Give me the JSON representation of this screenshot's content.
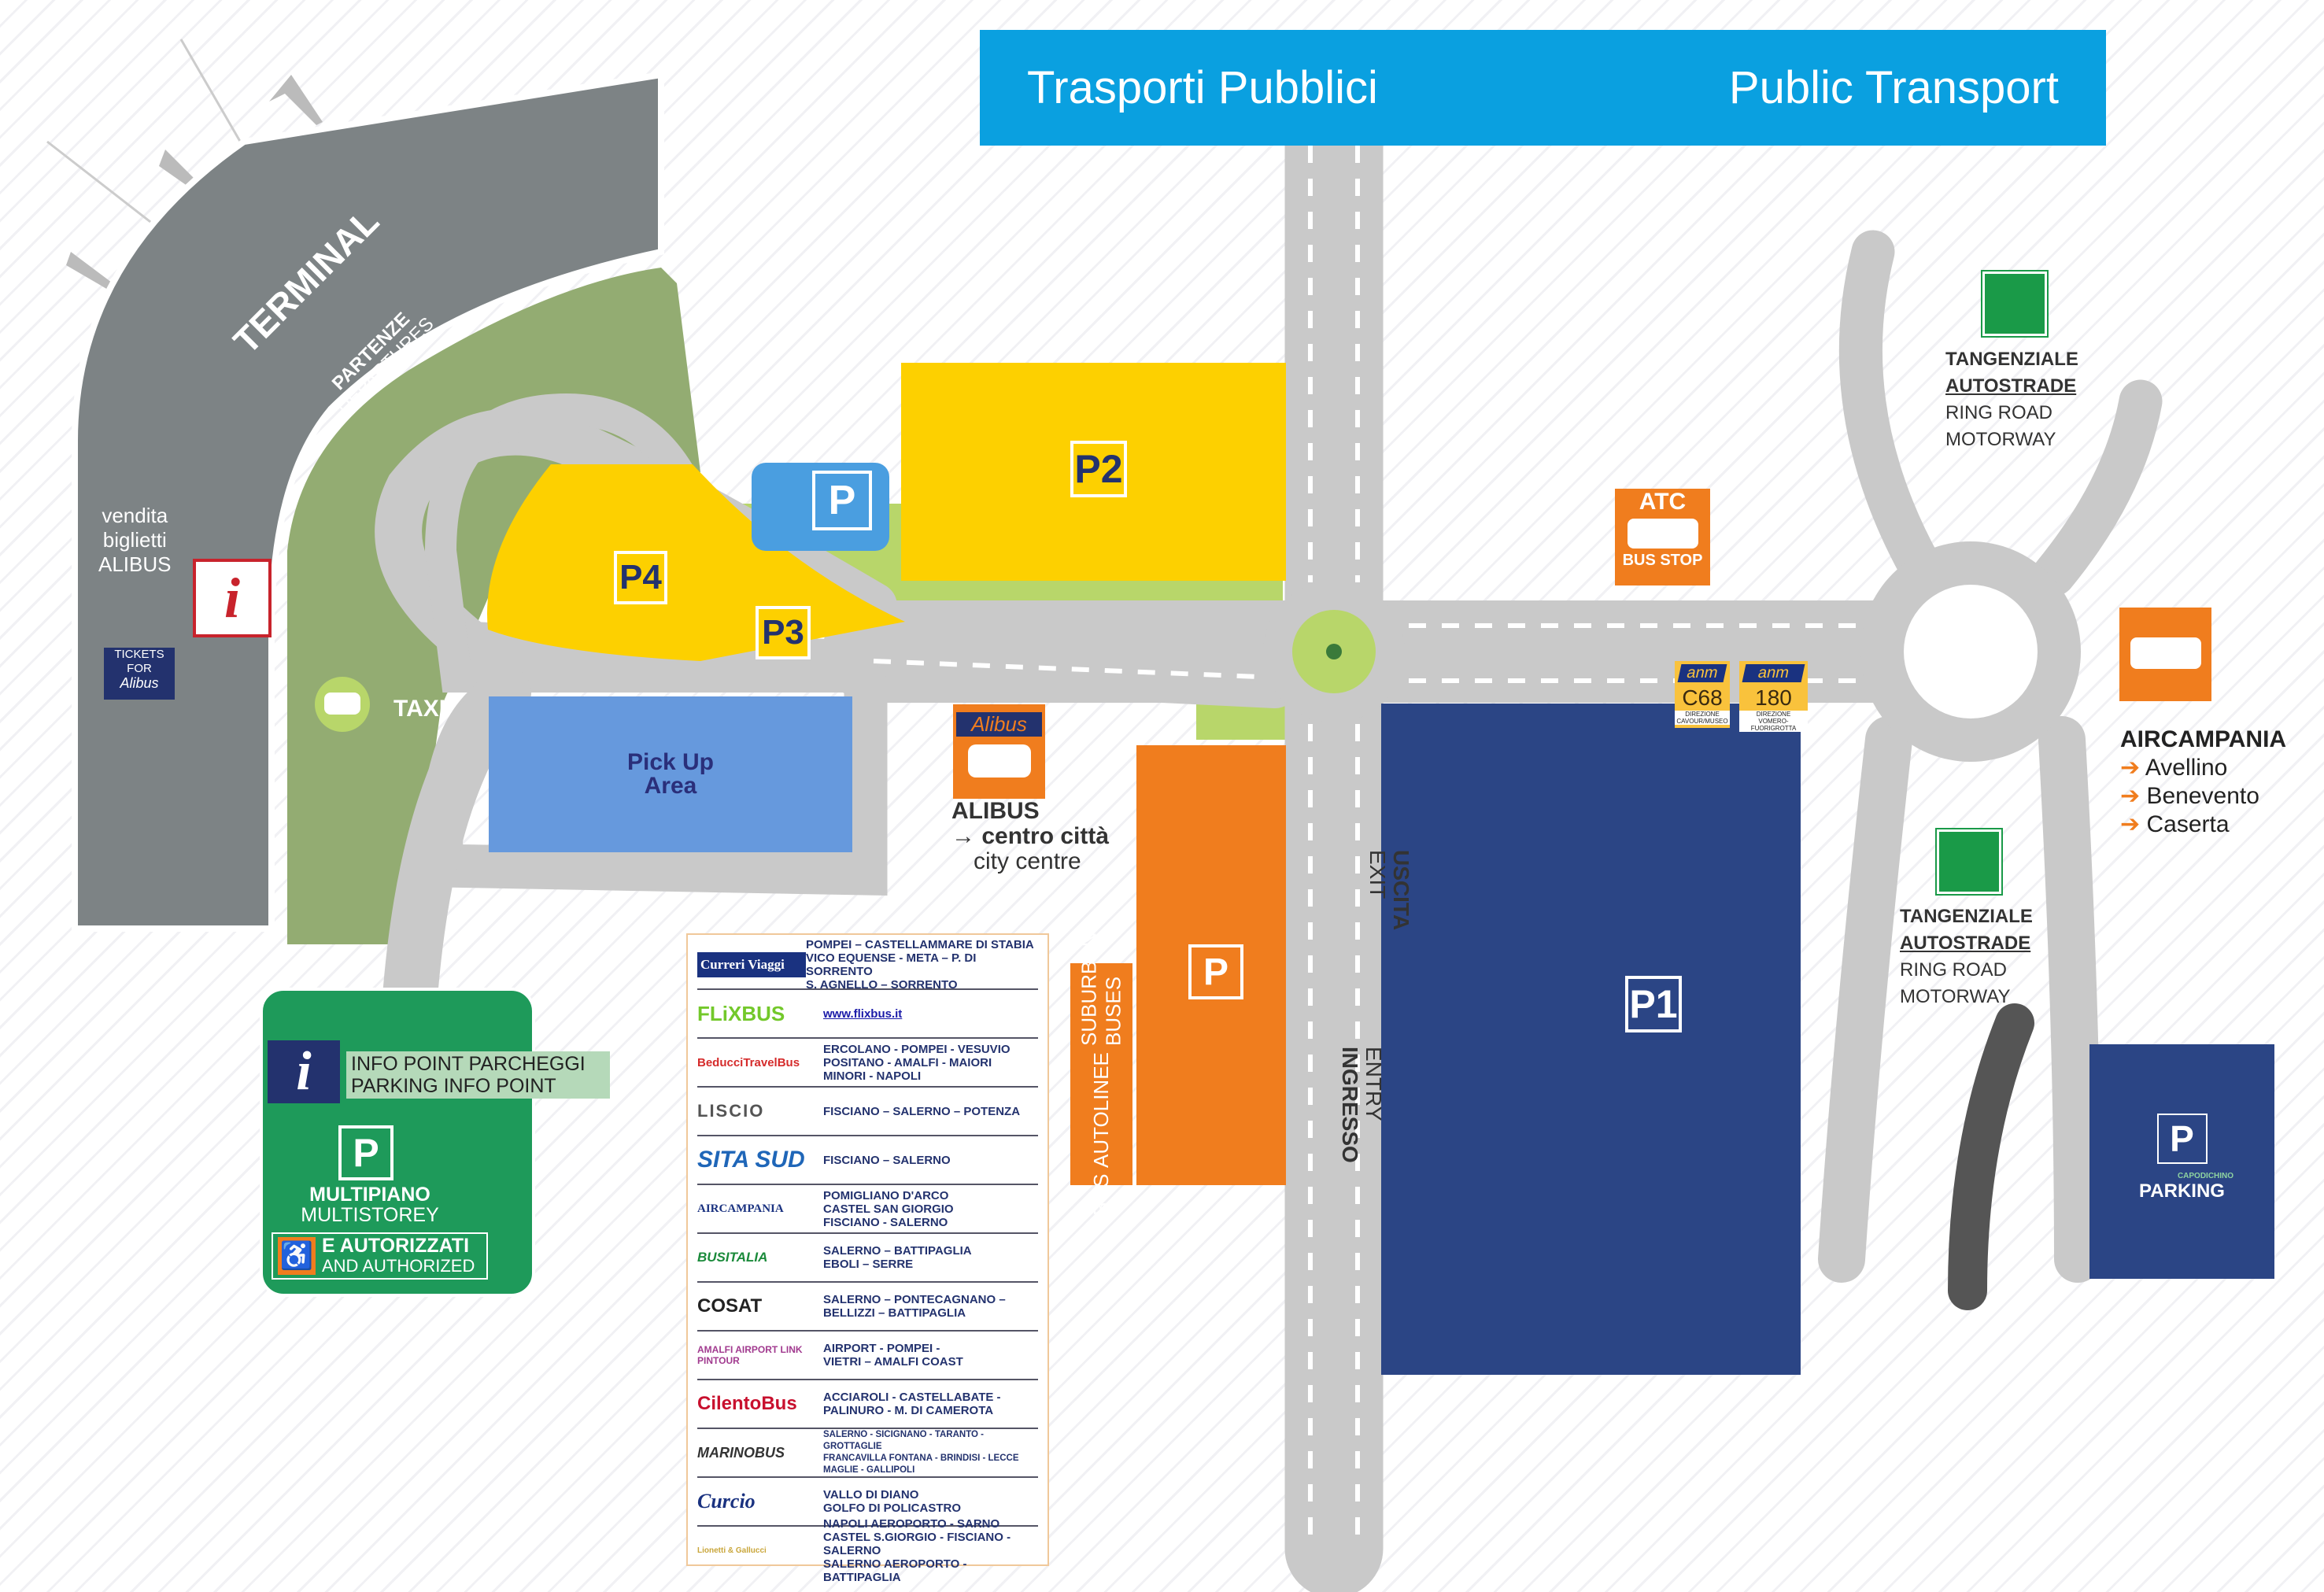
{
  "header": {
    "title_it": "Trasporti Pubblici",
    "title_en": "Public Transport"
  },
  "terminal": {
    "label": "TERMINAL",
    "departures_it": "PARTENZE",
    "departures_en": "DEPARTURES"
  },
  "ticket_sale": {
    "line1": "vendita",
    "line2": "biglietti",
    "line3": "ALIBUS",
    "tickets_for": "TICKETS FOR",
    "brand": "Alibus"
  },
  "taxi": {
    "label": "TAXI"
  },
  "parkings": {
    "p1": "P1",
    "p2": "P2",
    "p3": "P3",
    "p4": "P4",
    "p_bike": "P",
    "p_bus": "P"
  },
  "pickup": {
    "line1": "Pick Up",
    "line2": "Area"
  },
  "alibus": {
    "brand": "Alibus",
    "label": "ALIBUS",
    "dest_it": "centro città",
    "dest_en": "city centre"
  },
  "suburban": {
    "it": "AUTOLINEE",
    "en": "SUBURBAN BUSES",
    "bus": "BUS"
  },
  "exit": {
    "it": "USCITA",
    "en": "EXIT"
  },
  "entry": {
    "it": "INGRESSO",
    "en": "ENTRY"
  },
  "atc": {
    "name": "ATC",
    "stop": "BUS STOP"
  },
  "anm": [
    {
      "brand": "anm",
      "line": "C68",
      "dir": "DIREZIONE",
      "dest": "CAVOUR/MUSEO"
    },
    {
      "brand": "anm",
      "line": "180",
      "dir": "DIREZIONE",
      "dest": "VOMERO-FUORIGROTTA"
    }
  ],
  "tangenziale_top": {
    "it1": "TANGENZIALE",
    "it2": "AUTOSTRADE",
    "en1": "RING ROAD",
    "en2": "MOTORWAY"
  },
  "tangenziale_bottom": {
    "it1": "TANGENZIALE",
    "it2": "AUTOSTRADE",
    "en1": "RING ROAD",
    "en2": "MOTORWAY"
  },
  "aircampania": {
    "name": "AIRCAMPANIA",
    "dests": [
      "Avellino",
      "Benevento",
      "Caserta"
    ]
  },
  "capodichino": {
    "small": "CAPODICHINO",
    "big": "PARKING",
    "sign": "P"
  },
  "info_point": {
    "it": "INFO POINT PARCHEGGI",
    "en": "PARKING INFO POINT",
    "multi_it": "MULTIPIANO",
    "multi_en": "MULTISTOREY",
    "auth_it": "E AUTORIZZATI",
    "auth_en": "AND AUTHORIZED",
    "sign": "P"
  },
  "operators": [
    {
      "logo": "Curreri Viaggi",
      "routes": "POMPEI – CASTELLAMMARE DI STABIA\nVICO EQUENSE - META – P. DI SORRENTO\nS. AGNELLO – SORRENTO"
    },
    {
      "logo": "FLiXBUS",
      "routes": "www.flixbus.it"
    },
    {
      "logo": "BeducciTravelBus",
      "routes": "ERCOLANO - POMPEI - VESUVIO\nPOSITANO - AMALFI - MAIORI\nMINORI - NAPOLI"
    },
    {
      "logo": "LISCIO",
      "routes": "FISCIANO – SALERNO – POTENZA"
    },
    {
      "logo": "SITA SUD",
      "routes": "FISCIANO – SALERNO"
    },
    {
      "logo": "AIRCAMPANIA",
      "routes": "POMIGLIANO D'ARCO\nCASTEL SAN GIORGIO\nFISCIANO - SALERNO"
    },
    {
      "logo": "BUSITALIA",
      "routes": "SALERNO – BATTIPAGLIA\nEBOLI – SERRE"
    },
    {
      "logo": "COSAT",
      "routes": "SALERNO – PONTECAGNANO –\nBELLIZZI – BATTIPAGLIA"
    },
    {
      "logo": "AMALFI AIRPORT LINK PINTOUR",
      "routes": "AIRPORT - POMPEI -\nVIETRI – AMALFI COAST"
    },
    {
      "logo": "CilentoBus",
      "routes": "ACCIAROLI - CASTELLABATE -\nPALINURO - M. DI CAMEROTA"
    },
    {
      "logo": "MARINOBUS",
      "routes": "SALERNO - SICIGNANO - TARANTO - GROTTAGLIE\nFRANCAVILLA FONTANA - BRINDISI - LECCE\nMAGLIE - GALLIPOLI"
    },
    {
      "logo": "Curcio",
      "routes": "VALLO DI DIANO\nGOLFO DI POLICASTRO"
    },
    {
      "logo": "Lionetti & Gallucci",
      "routes": "NAPOLI AEROPORTO - SARNO\nCASTEL S.GIORGIO - FISCIANO - SALERNO\nSALERNO AEROPORTO - BATTIPAGLIA"
    }
  ],
  "colors": {
    "header": "#0aa0e0",
    "yellow": "#fdd000",
    "orange": "#f07d1e",
    "navy": "#2b4585",
    "road": "#c9c9c9",
    "grass": "#93ac72",
    "green": "#1a9a48"
  }
}
